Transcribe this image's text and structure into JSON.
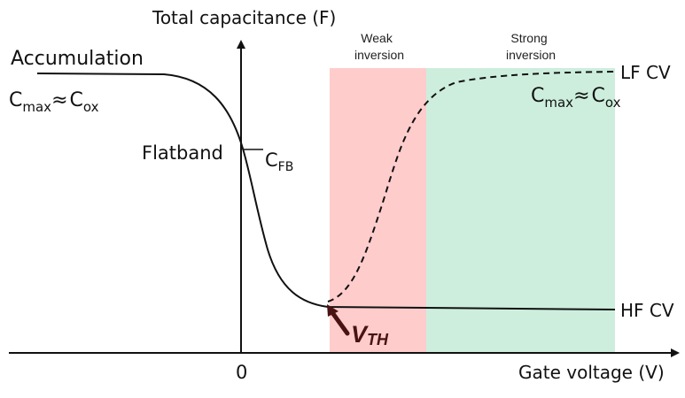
{
  "axes": {
    "y_title": "Total capacitance (F)",
    "x_title": "Gate voltage (V)",
    "origin_label": "0"
  },
  "labels": {
    "accumulation": "Accumulation",
    "cmax_left": {
      "c": "C",
      "sub1": "max",
      "approx": "≈",
      "c2": "C",
      "sub2": "ox"
    },
    "flatband": "Flatband",
    "cfb": {
      "c": "C",
      "sub": "FB"
    },
    "weak_inversion": [
      "Weak",
      "inversion"
    ],
    "strong_inversion": [
      "Strong",
      "inversion"
    ],
    "cmax_right": {
      "c": "C",
      "sub1": "max",
      "approx": "≈",
      "c2": "C",
      "sub2": "ox"
    },
    "lf_cv": "LF CV",
    "hf_cv": "HF CV",
    "vth": {
      "v": "V",
      "sub": "TH"
    }
  },
  "colors": {
    "weak_region": "#ffcccc",
    "strong_region": "#cdeedd",
    "curve": "#111111",
    "vth_arrow": "#4a1212",
    "vth_text": "#4a1212"
  }
}
